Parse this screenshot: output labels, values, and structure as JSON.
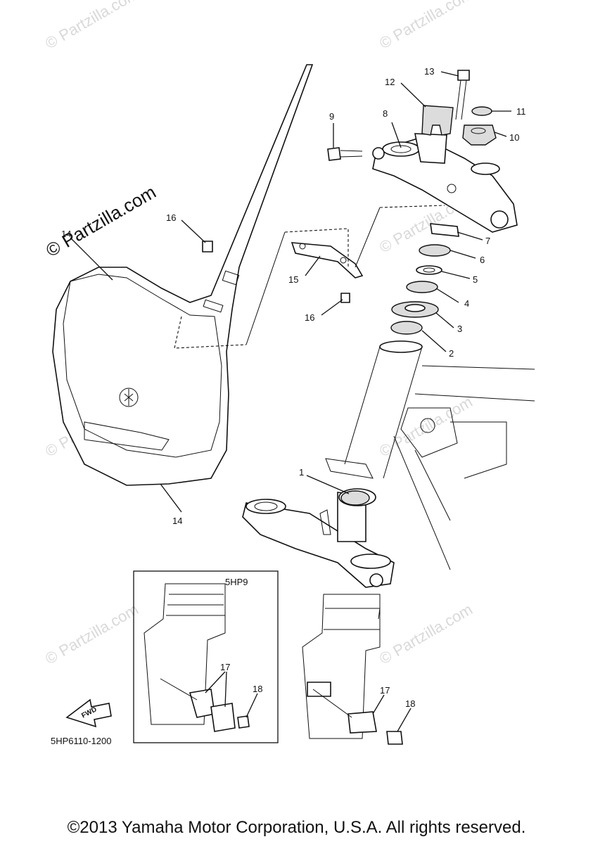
{
  "diagram": {
    "part_numbers": [
      "1",
      "2",
      "3",
      "4",
      "5",
      "6",
      "7",
      "8",
      "9",
      "10",
      "11",
      "12",
      "13",
      "14",
      "15",
      "16",
      "16",
      "17",
      "17",
      "18",
      "18"
    ],
    "inset_label": "5HP9",
    "drawing_code": "5HP6110-1200",
    "fwd_label": "FWD",
    "watermark": "© Partzilla.com",
    "copyright": "©2013 Yamaha Motor Corporation, U.S.A. All rights reserved."
  }
}
